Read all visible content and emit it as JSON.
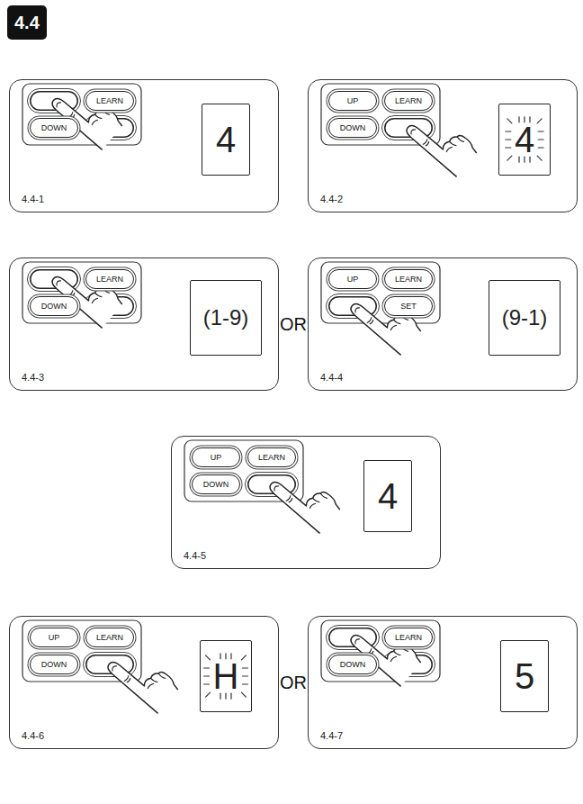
{
  "diagram": {
    "title": "4.4",
    "nodes": [
      {
        "text": [
          "4.4-1"
        ]
      },
      {
        "text": [
          "LEARN"
        ],
        "in": 0
      },
      {
        "text": [
          "DOWN"
        ],
        "in": 0
      },
      {
        "text": [
          "4"
        ],
        "in": 0
      },
      {
        "text": [
          "4.4-2"
        ]
      },
      {
        "text": [
          "UP"
        ],
        "in": 4
      },
      {
        "text": [
          "LEARN"
        ],
        "in": 4
      },
      {
        "text": [
          "DOWN"
        ],
        "in": 4
      },
      {
        "text": [
          "4"
        ],
        "in": 4
      },
      {
        "text": [
          "4.4-3"
        ]
      },
      {
        "text": [
          "LEARN"
        ],
        "in": 9
      },
      {
        "text": [
          "DOWN"
        ],
        "in": 9
      },
      {
        "text": [
          "(1-9)"
        ],
        "in": 9
      },
      {
        "text": [
          "4.4-4"
        ]
      },
      {
        "text": [
          "UP"
        ],
        "in": 13
      },
      {
        "text": [
          "LEARN"
        ],
        "in": 13
      },
      {
        "text": [
          "SET"
        ],
        "in": 13
      },
      {
        "text": [
          "(9-1)"
        ],
        "in": 13
      },
      {
        "text": [
          "4.4-5"
        ]
      },
      {
        "text": [
          "UP"
        ],
        "in": 18
      },
      {
        "text": [
          "LEARN"
        ],
        "in": 18
      },
      {
        "text": [
          "DOWN"
        ],
        "in": 18
      },
      {
        "text": [
          "4"
        ],
        "in": 18
      },
      {
        "text": [
          "4.4-6"
        ]
      },
      {
        "text": [
          "UP"
        ],
        "in": 23
      },
      {
        "text": [
          "LEARN"
        ],
        "in": 23
      },
      {
        "text": [
          "DOWN"
        ],
        "in": 23
      },
      {
        "text": [
          "H"
        ],
        "in": 23
      },
      {
        "text": [
          "4.4-7"
        ]
      },
      {
        "text": [
          "LEARN"
        ],
        "in": 28
      },
      {
        "text": [
          "DOWN"
        ],
        "in": 28
      },
      {
        "text": [
          "5"
        ],
        "in": 28
      }
    ],
    "labels": [
      "OR",
      "OR"
    ]
  }
}
